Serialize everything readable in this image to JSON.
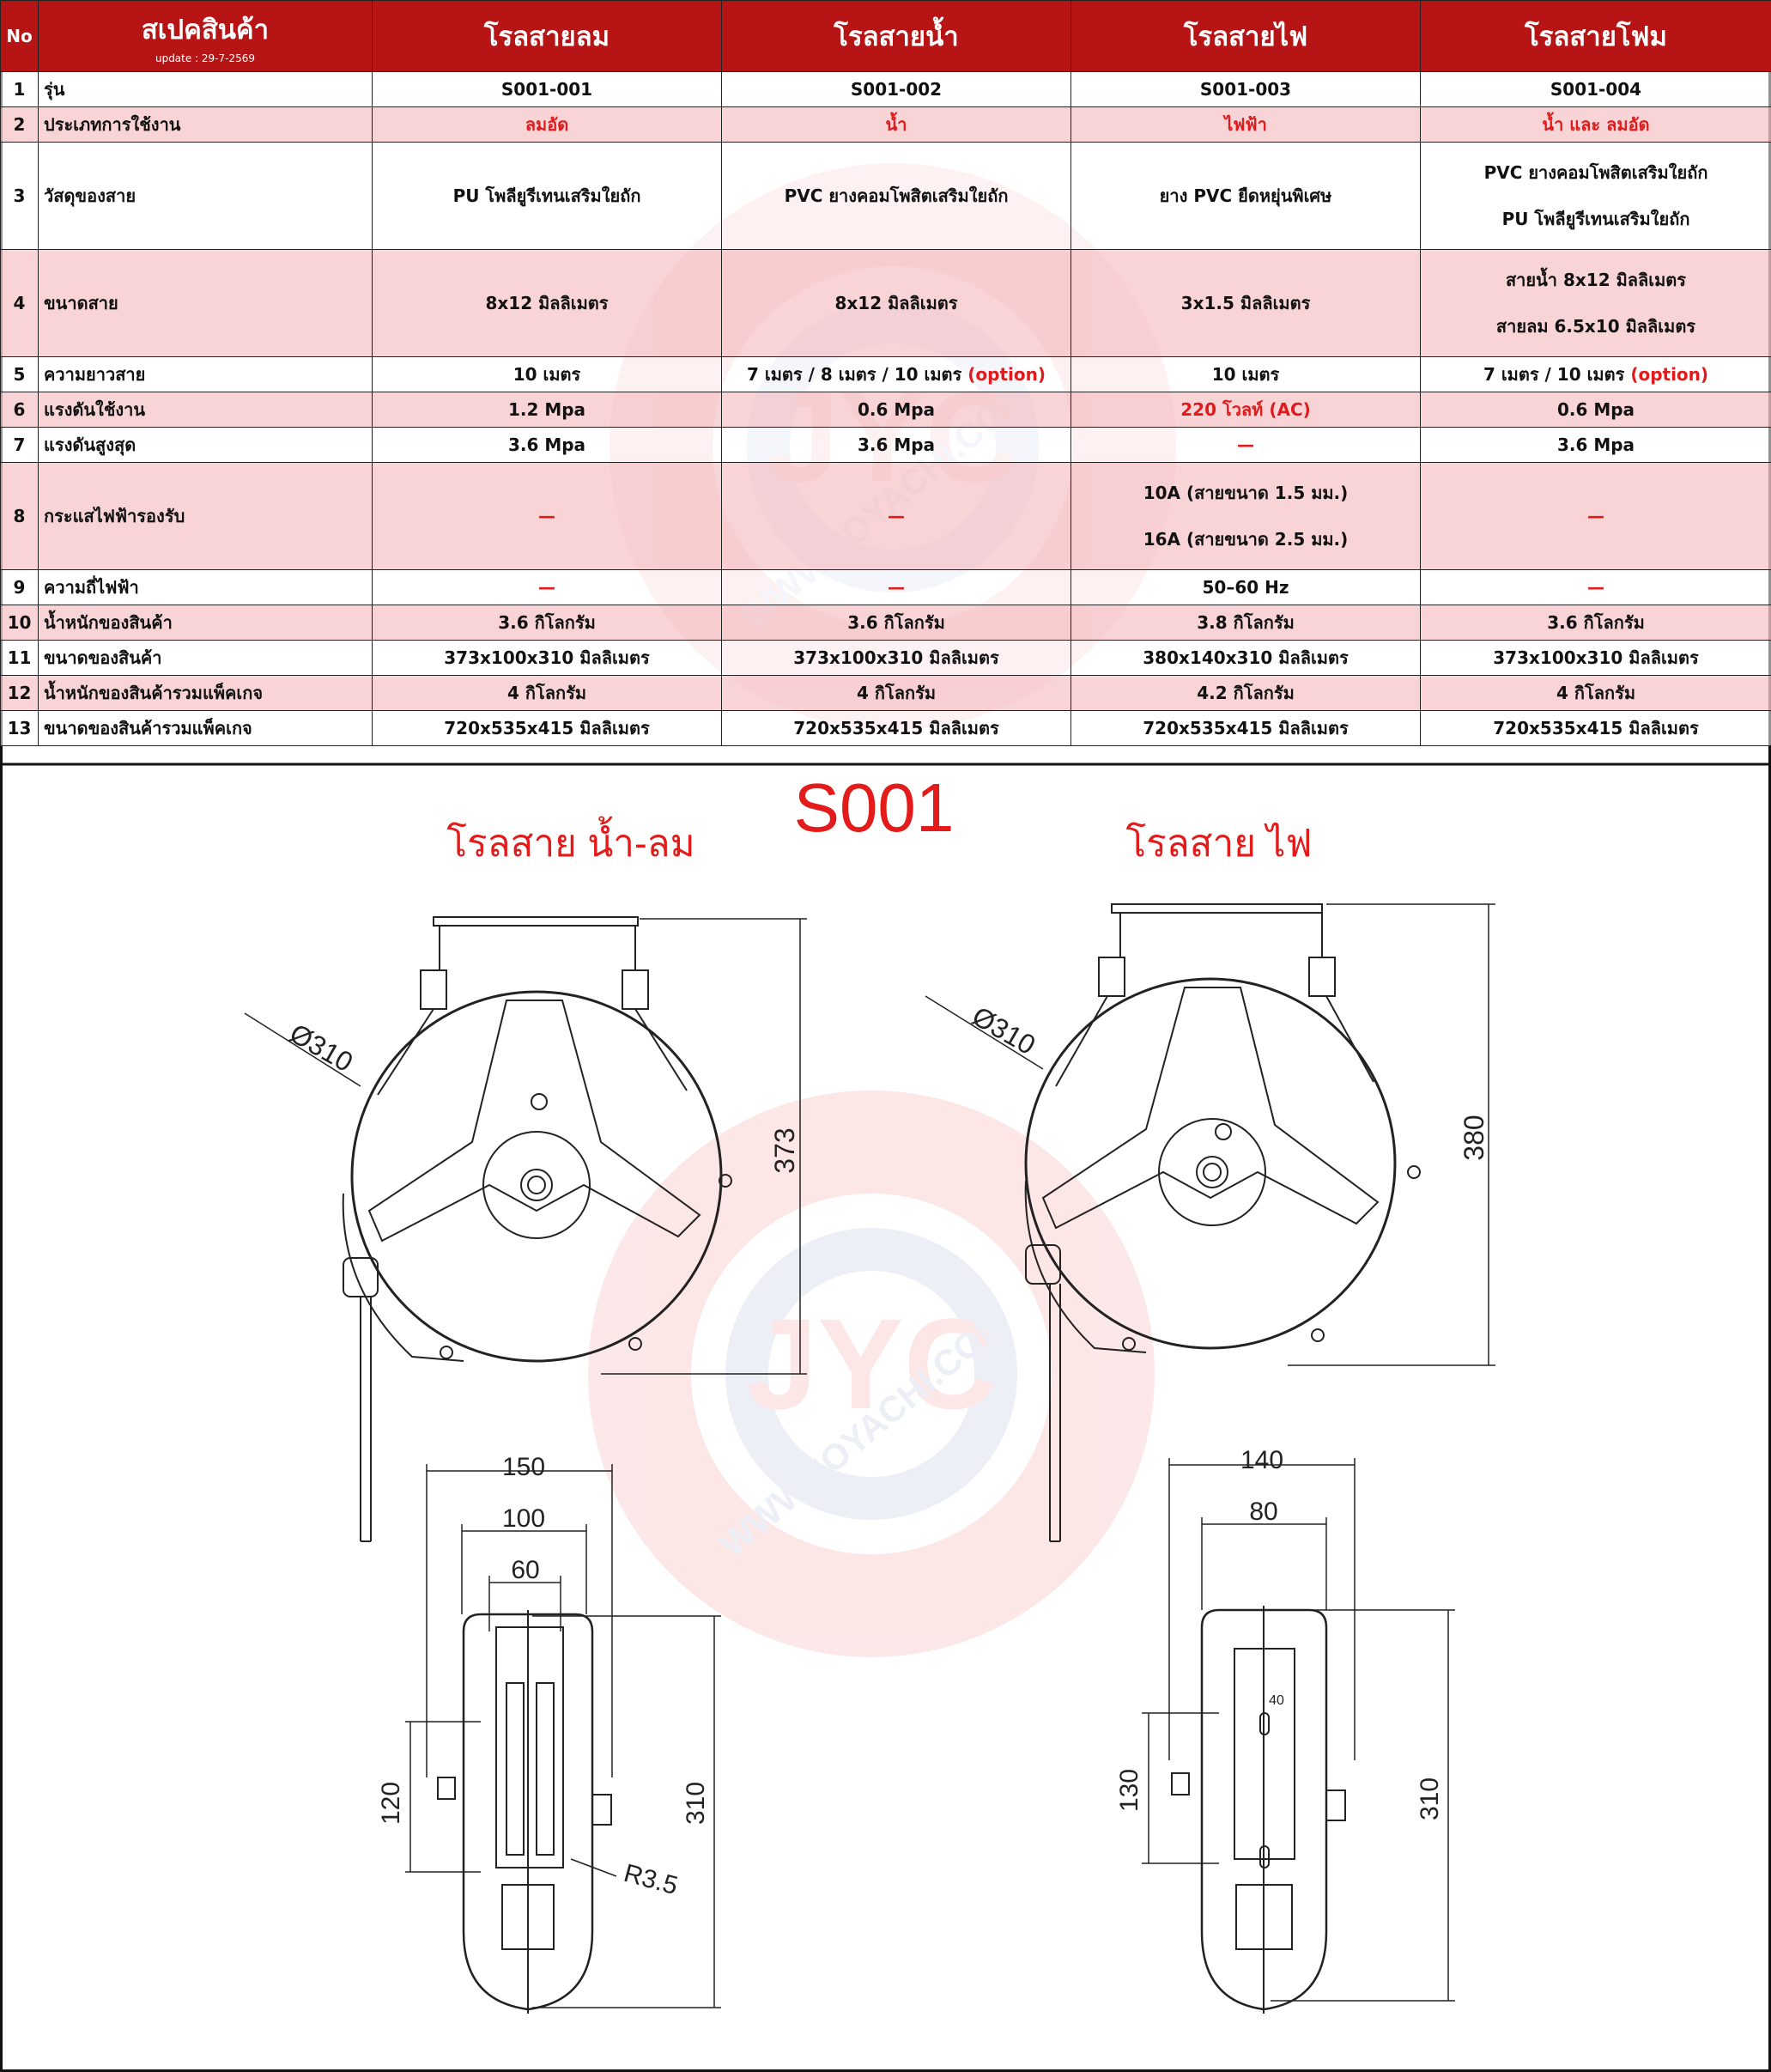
{
  "header": {
    "no": "No",
    "spec_title": "สเปคสินค้า",
    "update": "update : 29-7-2569",
    "columns": [
      "โรลสายลม",
      "โรลสายน้ำ",
      "โรลสายไฟ",
      "โรลสายโฟม"
    ]
  },
  "rows": [
    {
      "no": "1",
      "label": "รุ่น",
      "cells": [
        {
          "t": "S001-001"
        },
        {
          "t": "S001-002"
        },
        {
          "t": "S001-003"
        },
        {
          "t": "S001-004"
        }
      ]
    },
    {
      "no": "2",
      "label": "ประเภทการใช้งาน",
      "cells": [
        {
          "t": "ลมอัด",
          "red": true
        },
        {
          "t": "น้ำ",
          "red": true
        },
        {
          "t": "ไฟฟ้า",
          "red": true
        },
        {
          "t": "น้ำ และ ลมอัด",
          "red": true
        }
      ]
    },
    {
      "no": "3",
      "label": "วัสดุของสาย",
      "cells": [
        {
          "t": "PU โพลียูรีเทนเสริมใยถัก"
        },
        {
          "t": "PVC ยางคอมโพสิตเสริมใยถัก"
        },
        {
          "t": "ยาง PVC ยืดหยุ่นพิเศษ"
        },
        {
          "t": "PVC ยางคอมโพสิตเสริมใยถัก",
          "t2": "PU   โพลียูรีเทนเสริมใยถัก"
        }
      ]
    },
    {
      "no": "4",
      "label": "ขนาดสาย",
      "cells": [
        {
          "t": "8x12 มิลลิเมตร"
        },
        {
          "t": "8x12 มิลลิเมตร"
        },
        {
          "t": "3x1.5 มิลลิเมตร"
        },
        {
          "t": "สายน้ำ 8x12 มิลลิเมตร",
          "t2": "สายลม 6.5x10 มิลลิเมตร"
        }
      ]
    },
    {
      "no": "5",
      "label": "ความยาวสาย",
      "cells": [
        {
          "t": "10 เมตร"
        },
        {
          "t": "7 เมตร / 8 เมตร / 10 เมตร ",
          "opt": "(option)"
        },
        {
          "t": "10 เมตร"
        },
        {
          "t": "7 เมตร /  10 เมตร ",
          "opt": "(option)"
        }
      ]
    },
    {
      "no": "6",
      "label": "แรงดันใช้งาน",
      "cells": [
        {
          "t": "1.2 Mpa"
        },
        {
          "t": "0.6 Mpa"
        },
        {
          "t": "220 โวลท์ (AC)",
          "red": true
        },
        {
          "t": "0.6 Mpa"
        }
      ]
    },
    {
      "no": "7",
      "label": "แรงดันสูงสุด",
      "cells": [
        {
          "t": "3.6 Mpa"
        },
        {
          "t": "3.6 Mpa"
        },
        {
          "t": "—",
          "red": true
        },
        {
          "t": "3.6 Mpa"
        }
      ]
    },
    {
      "no": "8",
      "label": "กระแสไฟฟ้ารองรับ",
      "cells": [
        {
          "t": "—",
          "red": true
        },
        {
          "t": "—",
          "red": true
        },
        {
          "t": "10A (สายขนาด 1.5 มม.)",
          "t2": "16A (สายขนาด 2.5 มม.)"
        },
        {
          "t": "—",
          "red": true
        }
      ]
    },
    {
      "no": "9",
      "label": "ความถี่ไฟฟ้า",
      "cells": [
        {
          "t": "—",
          "red": true
        },
        {
          "t": "—",
          "red": true
        },
        {
          "t": "50–60 Hz"
        },
        {
          "t": "—",
          "red": true
        }
      ]
    },
    {
      "no": "10",
      "label": "น้ำหนักของสินค้า",
      "cells": [
        {
          "t": "3.6 กิโลกรัม"
        },
        {
          "t": "3.6 กิโลกรัม"
        },
        {
          "t": "3.8 กิโลกรัม"
        },
        {
          "t": "3.6 กิโลกรัม"
        }
      ]
    },
    {
      "no": "11",
      "label": "ขนาดของสินค้า",
      "cells": [
        {
          "t": "373x100x310 มิลลิเมตร"
        },
        {
          "t": "373x100x310 มิลลิเมตร"
        },
        {
          "t": "380x140x310 มิลลิเมตร"
        },
        {
          "t": "373x100x310 มิลลิเมตร"
        }
      ]
    },
    {
      "no": "12",
      "label": "น้ำหนักของสินค้ารวมแพ็คเกจ",
      "cells": [
        {
          "t": "4 กิโลกรัม"
        },
        {
          "t": "4 กิโลกรัม"
        },
        {
          "t": "4.2 กิโลกรัม"
        },
        {
          "t": "4 กิโลกรัม"
        }
      ]
    },
    {
      "no": "13",
      "label": "ขนาดของสินค้ารวมแพ็คเกจ",
      "cells": [
        {
          "t": "720x535x415 มิลลิเมตร"
        },
        {
          "t": "720x535x415 มิลลิเมตร"
        },
        {
          "t": "720x535x415 มิลลิเมตร"
        },
        {
          "t": "720x535x415 มิลลิเมตร"
        }
      ]
    }
  ],
  "drawing": {
    "model": "S001",
    "left_title": "โรลสาย น้ำ-ลม",
    "right_title": "โรลสาย ไฟ",
    "left_dims": {
      "diameter": "Ø310",
      "height": "373",
      "w150": "150",
      "w100": "100",
      "w60": "60",
      "h120": "120",
      "h310": "310",
      "radius": "R3.5"
    },
    "right_dims": {
      "diameter": "Ø310",
      "height": "380",
      "w140": "140",
      "w80": "80",
      "h40": "40",
      "h130": "130",
      "h310": "310"
    }
  },
  "watermark": {
    "logo": "JYC",
    "url": "WWW.JOYACHI.COM"
  },
  "colors": {
    "header_bg": "#b71515",
    "pink_row": "#f6c8cc",
    "red_text": "#e01b1b",
    "title_red": "#e31b1b"
  }
}
